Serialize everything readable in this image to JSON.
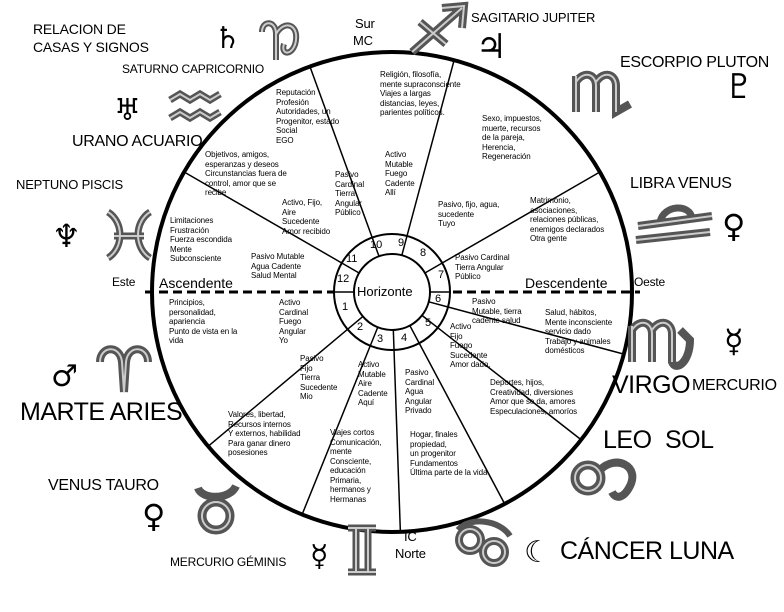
{
  "title": {
    "line1": "RELACION DE",
    "line2": "CASAS Y SIGNOS"
  },
  "compass": {
    "top_line1": "Sur",
    "top_line2": "MC",
    "bottom_line1": "IC",
    "bottom_line2": "Norte",
    "left": "Este",
    "right": "Oeste",
    "ascendente": "Ascendente",
    "descendente": "Descendente",
    "center": "Horizonte"
  },
  "signs": {
    "saturno": "SATURNO CAPRICORNIO",
    "urano": "URANO ACUARIO",
    "neptuno": "NEPTUNO PISCIS",
    "marte": "MARTE ARIES",
    "venus_tauro": "VENUS TAURO",
    "mercurio_geminis": "MERCURIO  GÉMINIS",
    "cancer": "CÁNCER LUNA",
    "leo": "LEO",
    "sol": "SOL",
    "virgo": "VIRGO",
    "virgo_mercurio": "MERCURIO",
    "libra": "LIBRA  VENUS",
    "escorpio": "ESCORPIO PLUTON",
    "sagitario": "SAGITARIO JUPITER"
  },
  "glyphs": {
    "saturn": "♄",
    "uranus": "♅",
    "neptune": "♆",
    "mars": "♂",
    "venus": "♀",
    "mercury": "☿",
    "moon": "☾",
    "jupiter": "♃",
    "pluto": "♇",
    "venus_right": "♀",
    "mercury_right": "☿"
  },
  "icon_names": [
    "capricorn-icon",
    "aquarius-icon",
    "pisces-icon",
    "aries-icon",
    "taurus-icon",
    "gemini-icon",
    "cancer-icon",
    "leo-icon",
    "virgo-icon",
    "libra-icon",
    "scorpio-icon",
    "sagittarius-icon"
  ],
  "house_numbers": [
    "1",
    "2",
    "3",
    "4",
    "5",
    "6",
    "7",
    "8",
    "9",
    "10",
    "11",
    "12"
  ],
  "houses": {
    "h1_outer": [
      "Principios,",
      "personalidad,",
      "apariencia",
      "Punto de vista en la",
      "vida"
    ],
    "h1_inner": [
      "Activo",
      "Cardinal",
      "Fuego",
      "Angular",
      "Yo"
    ],
    "h2_outer": [
      "Valores, libertad,",
      "Recursos internos",
      "Y externos, habilidad",
      "Para ganar dinero",
      "posesiones"
    ],
    "h2_inner": [
      "Pasivo",
      "Fijo",
      "Tierra",
      "Sucedente",
      "Mio"
    ],
    "h3_outer": [
      "Viajes cortos",
      "Comunicación,",
      "mente",
      "Consciente,",
      "educación",
      "Primaria,",
      "hermanos y",
      "Hermanas"
    ],
    "h3_inner": [
      "Activo",
      "Mutable",
      "Aire",
      "Cadente",
      "Aquí"
    ],
    "h4_outer": [
      "Hogar, finales",
      "propiedad,",
      "un progenitor",
      "Fundamentos",
      "Última parte de la vida"
    ],
    "h4_inner": [
      "Pasivo",
      "Cardinal",
      "Agua",
      "Angular",
      "Privado"
    ],
    "h5_outer": [
      "Deportes, hijos,",
      "Creatividad, diversiones",
      "Amor que se da, amores",
      "Especulaciones, amoríos"
    ],
    "h5_inner": [
      "Activo",
      "Fijo",
      "Fuego",
      "Sucedente",
      "Amor dado."
    ],
    "h6_outer": [
      "Salud, hábitos,",
      "Mente inconsciente",
      "servicio dado",
      "Trabajo y animales",
      "domésticos"
    ],
    "h6_inner": [
      "Pasivo",
      "Mutable, tierra",
      "cadente salud"
    ],
    "h7_outer": [
      "Matrimonio,",
      "asociaciones,",
      "relaciones públicas,",
      "enemigos declarados",
      "Otra gente"
    ],
    "h7_inner": [
      "Pasivo Cardinal",
      "Tierra Angular",
      "Público"
    ],
    "h8_outer": [
      "Sexo, impuestos,",
      "muerte, recursos",
      "de la pareja,",
      "Herencia,",
      "Regeneración"
    ],
    "h8_inner": [
      "Pasivo, fijo, agua,",
      "sucedente",
      "Tuyo"
    ],
    "h9_outer": [
      "Religión, filosofía,",
      "mente supraconsciente",
      "Viajes a largas",
      "distancias, leyes,",
      "parientes políticos."
    ],
    "h9_inner": [
      "Activo",
      "Mutable",
      "Fuego",
      "Cadente",
      "Allí"
    ],
    "h10_outer": [
      "Reputación",
      "Profesión",
      "Autoridades, un",
      "Progenitor, estado",
      "Social",
      "EGO"
    ],
    "h10_inner": [
      "Pasivo",
      "Cardinal",
      "Tierra",
      "Angular",
      "Público"
    ],
    "h11_outer": [
      "Objetivos, amigos,",
      "esperanzas y deseos",
      "Circunstancias fuera de",
      "control, amor que se",
      "recibe"
    ],
    "h11_inner": [
      "Activo, Fijo,",
      "Aire",
      "Sucedente",
      "Amor recibido"
    ],
    "h12_outer": [
      "Limitaciones",
      "Frustración",
      "Fuerza escondida",
      "Mente",
      "Subconsciente"
    ],
    "h12_inner": [
      "Pasivo Mutable",
      "Agua Cadente",
      "Salud Mental"
    ]
  }
}
